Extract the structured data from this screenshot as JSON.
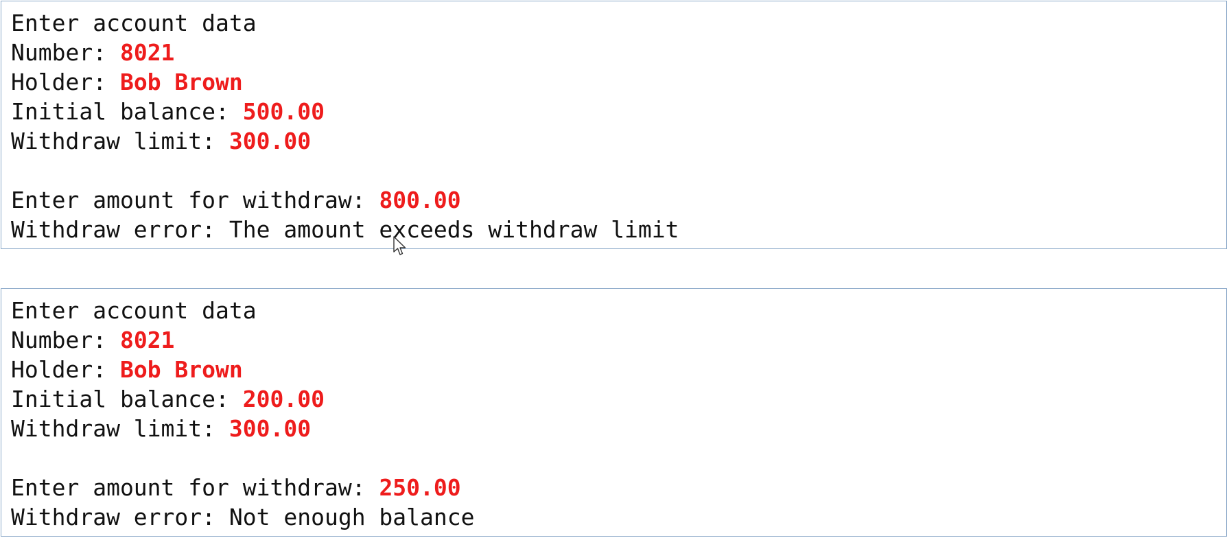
{
  "consoles": [
    {
      "lines": [
        {
          "label": "Enter account data",
          "value": ""
        },
        {
          "label": "Number: ",
          "value": "8021"
        },
        {
          "label": "Holder: ",
          "value": "Bob Brown"
        },
        {
          "label": "Initial balance: ",
          "value": "500.00"
        },
        {
          "label": "Withdraw limit: ",
          "value": "300.00"
        },
        {
          "label": "",
          "value": ""
        },
        {
          "label": "Enter amount for withdraw: ",
          "value": "800.00"
        },
        {
          "label": "Withdraw error: The amount exceeds withdraw limit",
          "value": ""
        }
      ]
    },
    {
      "lines": [
        {
          "label": "Enter account data",
          "value": ""
        },
        {
          "label": "Number: ",
          "value": "8021"
        },
        {
          "label": "Holder: ",
          "value": "Bob Brown"
        },
        {
          "label": "Initial balance: ",
          "value": "200.00"
        },
        {
          "label": "Withdraw limit: ",
          "value": "300.00"
        },
        {
          "label": "",
          "value": ""
        },
        {
          "label": "Enter amount for withdraw: ",
          "value": "250.00"
        },
        {
          "label": "Withdraw error: Not enough balance",
          "value": ""
        }
      ]
    }
  ],
  "colors": {
    "input_text": "#ee1c1c",
    "output_text": "#111111",
    "border": "#8aa8c8"
  },
  "icons": {
    "cursor": "mouse-pointer-icon"
  }
}
